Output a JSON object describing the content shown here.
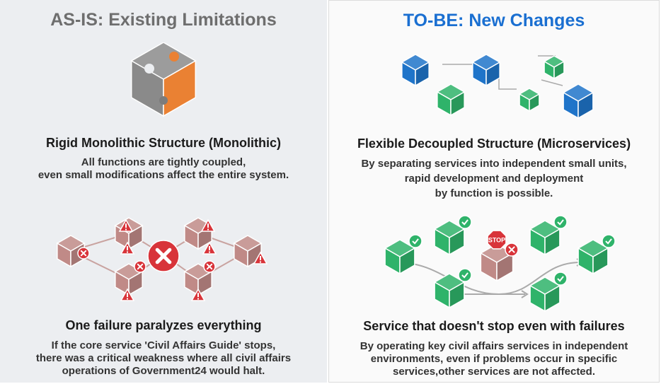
{
  "as_is": {
    "title": "AS-IS: Existing Limitations",
    "section1": {
      "heading": "Rigid Monolithic Structure (Monolithic)",
      "lines": [
        "All functions are tightly coupled,",
        "even small modifications affect the entire system."
      ]
    },
    "section2": {
      "heading": "One failure paralyzes everything",
      "lines": [
        "If the core service 'Civil Affairs Guide' stops,",
        "there was a critical weakness where all civil affairs",
        "operations of Government24 would halt."
      ]
    }
  },
  "to_be": {
    "title": "TO-BE: New Changes",
    "section1": {
      "heading": "Flexible Decoupled Structure (Microservices)",
      "lines": [
        "By separating services into independent small units,",
        "rapid development and deployment",
        "by function is possible."
      ]
    },
    "section2": {
      "heading": "Service that doesn't stop even with failures",
      "lines": [
        "By operating key civil affairs services in independent",
        "environments, even if problems occur in specific",
        "services,other services are not affected."
      ],
      "stop_sign": "STOP"
    }
  },
  "colors": {
    "gray": "#8a8a8a",
    "orange": "#ea8133",
    "blue": "#1f74c9",
    "green": "#2fb36a",
    "red": "#d8343a",
    "failed": "#c08a87"
  }
}
